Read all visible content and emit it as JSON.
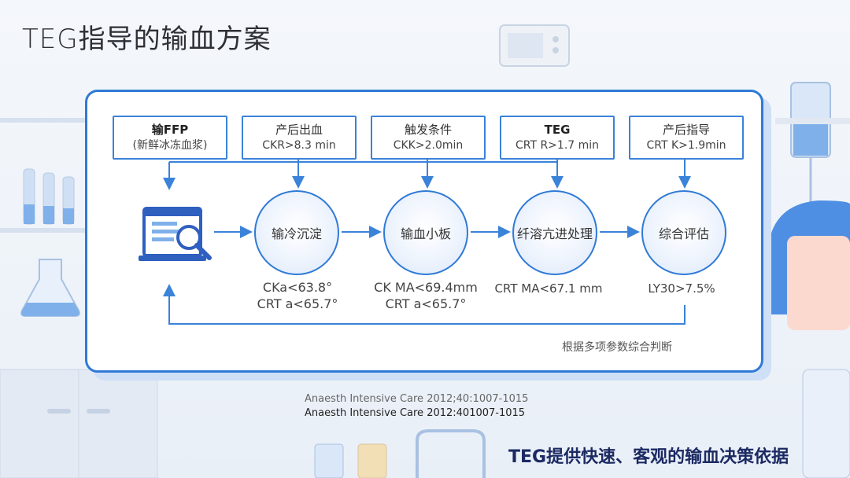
{
  "title": "TEG指导的输血方案",
  "boxes": [
    {
      "line1": "输FFP",
      "line2": "(新鲜冰冻血浆)"
    },
    {
      "line1": "产后出血",
      "line2": "CKR>8.3 min"
    },
    {
      "line1": "触发条件",
      "line2": "CKK>2.0min"
    },
    {
      "line1": "TEG",
      "line2": "CRT R>1.7 min"
    },
    {
      "line1": "产后指导",
      "line2": "CRT K>1.9min"
    }
  ],
  "circles": [
    "输冷沉淀",
    "输血小板",
    "纤溶亢进处理",
    "综合评估"
  ],
  "metrics": [
    {
      "line1": "CKa<63.8°",
      "line2": "CRT a<65.7°"
    },
    {
      "line1": "CK MA<69.4mm",
      "line2": "CRT a<65.7°"
    },
    {
      "line1": "CRT MA<67.1 mm",
      "line2": ""
    },
    {
      "line1": "LY30>7.5%",
      "line2": ""
    }
  ],
  "note": "根据多项参数综合判断",
  "references": [
    "Anaesth Intensive Care 2012;40:1007-1015",
    "Anaesth Intensive Care 2012:401007-1015"
  ],
  "bottom_title": "TEG提供快速、客观的输血决策依据",
  "colors": {
    "accent": "#2f7ad6",
    "title_bottom": "#1c2a63"
  }
}
